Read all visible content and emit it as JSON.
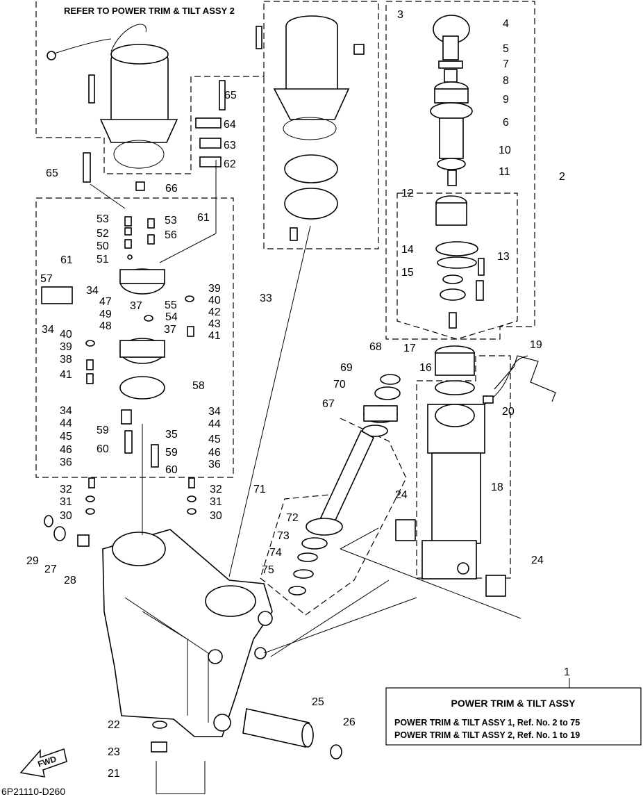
{
  "header": {
    "refer_text": "REFER TO POWER TRIM & TILT ASSY 2"
  },
  "legend": {
    "ref_number": "1",
    "title": "POWER TRIM & TILT ASSY",
    "line1": "POWER TRIM & TILT ASSY 1,  Ref. No. 2 to 75",
    "line2": "POWER TRIM & TILT ASSY 2,  Ref. No. 1 to 19"
  },
  "fwd_label": "FWD",
  "diagram_code": "6P21110-D260",
  "callouts": [
    "2",
    "3",
    "4",
    "5",
    "6",
    "7",
    "8",
    "9",
    "10",
    "11",
    "12",
    "13",
    "14",
    "15",
    "16",
    "17",
    "18",
    "19",
    "20",
    "21",
    "22",
    "23",
    "24",
    "24",
    "25",
    "26",
    "27",
    "28",
    "29",
    "30",
    "30",
    "31",
    "31",
    "32",
    "32",
    "33",
    "34",
    "34",
    "34",
    "34",
    "35",
    "36",
    "36",
    "37",
    "37",
    "38",
    "39",
    "39",
    "40",
    "40",
    "41",
    "41",
    "42",
    "43",
    "44",
    "44",
    "45",
    "45",
    "46",
    "46",
    "47",
    "48",
    "49",
    "50",
    "51",
    "52",
    "53",
    "53",
    "54",
    "55",
    "56",
    "57",
    "58",
    "59",
    "59",
    "60",
    "60",
    "61",
    "61",
    "62",
    "63",
    "64",
    "65",
    "65",
    "66",
    "67",
    "68",
    "69",
    "70",
    "71",
    "72",
    "73",
    "74",
    "75"
  ]
}
